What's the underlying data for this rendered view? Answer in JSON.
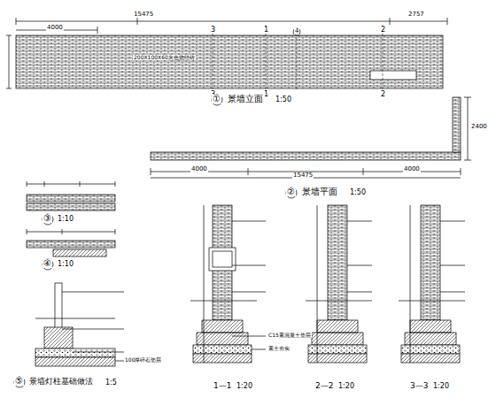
{
  "diagram": {
    "labels": [
      "15475",
      "2757",
      "4000",
      "3",
      "1",
      "4",
      "2",
      "3",
      "1",
      "2",
      "①",
      "景墙立面",
      "1:50",
      "200X100X60灰色烧结砖",
      "4000",
      "15475",
      "4000",
      "2400",
      "②",
      "景墙平面",
      "1:50",
      "③",
      "1:10",
      "④",
      "1:10",
      "⑤",
      "景墙灯柱基础做法",
      "1:5",
      "1—1",
      "1:20",
      "2—2",
      "1:20",
      "3—3",
      "1:20",
      "C15素混凝土垫层",
      "素土夯实",
      "100厚碎石垫层"
    ]
  }
}
